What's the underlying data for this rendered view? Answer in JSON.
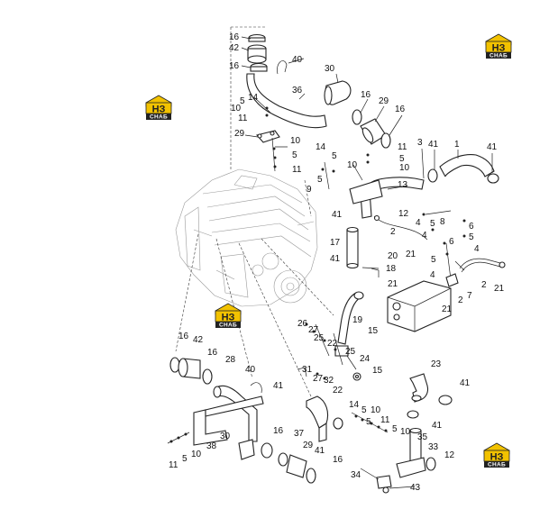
{
  "labels": {
    "l1": "1",
    "l2": "2",
    "l3": "3",
    "l4": "4",
    "l5": "5",
    "l6": "6",
    "l7": "7",
    "l8": "8",
    "l9": "9",
    "l10": "10",
    "l11": "11",
    "l12": "12",
    "l13": "13",
    "l14": "14",
    "l15": "15",
    "l16": "16",
    "l17": "17",
    "l18": "18",
    "l19": "19",
    "l20": "20",
    "l21": "21",
    "l22": "22",
    "l23": "23",
    "l24": "24",
    "l25": "25",
    "l26": "26",
    "l27": "27",
    "l28": "28",
    "l29": "29",
    "l30": "30",
    "l31": "31",
    "l32": "32",
    "l33": "33",
    "l34": "34",
    "l35": "35",
    "l36": "36",
    "l37": "37",
    "l38": "38",
    "l40": "40",
    "l41": "41",
    "l42": "42",
    "l43": "43"
  },
  "brand": {
    "mark": "НЗ",
    "word": "СНАБ",
    "color": "#f2c200"
  }
}
